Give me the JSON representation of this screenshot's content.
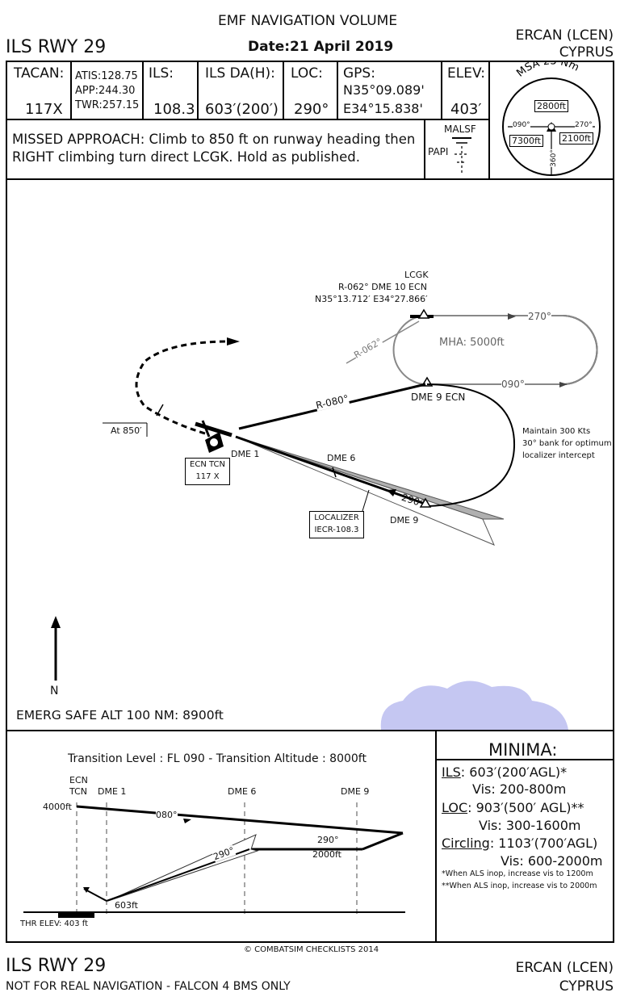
{
  "header": {
    "volume": "EMF NAVIGATION VOLUME",
    "date": "Date:21 April 2019",
    "procedure": "ILS RWY 29",
    "airport": "ERCAN (LCEN)",
    "country": "CYPRUS"
  },
  "freqs": {
    "tacan_label": "TACAN:",
    "tacan_value": "117X",
    "atis": "ATIS:128.75",
    "app": "APP:244.30",
    "twr": "TWR:257.15",
    "ils_label": "ILS:",
    "ils_value": "108.3",
    "da_label": "ILS DA(H):",
    "da_value": "603′(200′)",
    "loc_label": "LOC:",
    "loc_value": "290°",
    "gps_label": "GPS:",
    "gps_lat": "N35°09.089'",
    "gps_lon": "E34°15.838'",
    "elev_label": "ELEV:",
    "elev_value": "403′"
  },
  "missed": {
    "line1": "MISSED APPROACH: Climb to 850 ft on runway heading then",
    "line2": "RIGHT climbing turn direct LCGK. Hold as published.",
    "malsf": "MALSF",
    "papi": "PAPI"
  },
  "msa": {
    "title": "MSA 25 Nm",
    "north": "2800ft",
    "sw": "7300ft",
    "se": "2100ft",
    "b090": "090°",
    "b270": "270°",
    "b360": "360°"
  },
  "plan": {
    "lcgk_name": "LCGK",
    "lcgk_radial": "R-062° DME 10 ECN",
    "lcgk_coords": "N35°13.712′ E34°27.866′",
    "r062": "R-062°",
    "hold_270": "270°",
    "hold_090": "090°",
    "mha": "MHA: 5000ft",
    "dme9ecn": "DME 9 ECN",
    "r080": "R-080°",
    "maintain1": "Maintain 300 Kts",
    "maintain2": "30° bank for optimum",
    "maintain3": "localizer intercept",
    "at850": "At 850′",
    "dme1": "DME 1",
    "dme6": "DME 6",
    "dme9": "DME 9",
    "course290": "290°",
    "ecn_tcn1": "ECN TCN",
    "ecn_tcn2": "117 X",
    "loc1": "LOCALIZER",
    "loc2": "IECR-108.3",
    "north": "N",
    "emerg": "EMERG SAFE ALT 100 NM: 8900ft"
  },
  "profile": {
    "transition": "Transition Level : FL 090  -  Transition Altitude : 8000ft",
    "ecn": "ECN",
    "tcn": "TCN",
    "dme1": "DME 1",
    "dme6": "DME 6",
    "dme9": "DME 9",
    "alt4000": "4000ft",
    "c080": "080°",
    "c290a": "290°",
    "c290b": "290°",
    "alt2000": "2000ft",
    "alt603": "603ft",
    "thr": "THR ELEV: 403 ft"
  },
  "minima": {
    "title": "MINIMA:",
    "ils_label": "ILS",
    "ils_value": ": 603′(200′AGL)*",
    "ils_vis": "Vis: 200-800m",
    "loc_label": "LOC",
    "loc_value": ": 903′(500′ AGL)**",
    "loc_vis": "Vis: 300-1600m",
    "circ_label": "Circling",
    "circ_value": ": 1103′(700′AGL)",
    "circ_vis": "Vis: 600-2000m",
    "note1": "*When ALS inop, increase vis to 1200m",
    "note2": "**When ALS inop, increase vis to 2000m"
  },
  "footer": {
    "copyright": "© COMBATSIM CHECKLISTS 2014",
    "procedure": "ILS RWY 29",
    "disclaimer": "NOT FOR REAL NAVIGATION - FALCON 4 BMS ONLY",
    "airport": "ERCAN (LCEN)",
    "country": "CYPRUS"
  }
}
